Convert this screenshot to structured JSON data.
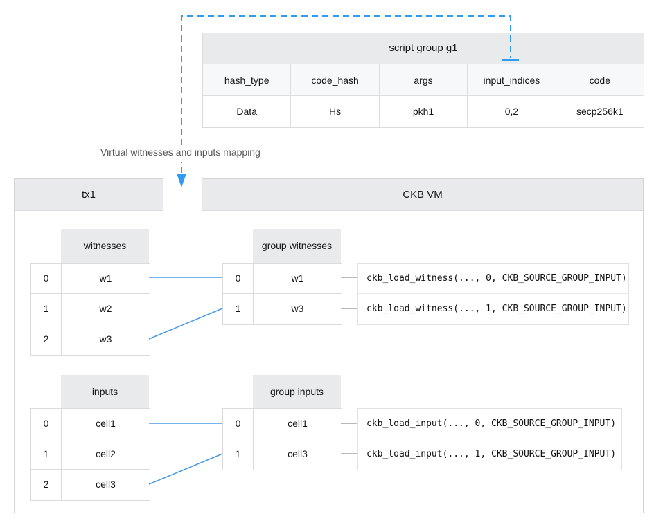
{
  "script_group_table": {
    "title": "script group g1",
    "columns": [
      "hash_type",
      "code_hash",
      "args",
      "input_indices",
      "code"
    ],
    "values": [
      "Data",
      "Hs",
      "pkh1",
      "0,2",
      "secp256k1"
    ]
  },
  "mapping_label": "Virtual witnesses and inputs mapping",
  "tx_box": {
    "title": "tx1",
    "witnesses": {
      "title": "witnesses",
      "rows": [
        {
          "index": "0",
          "value": "w1"
        },
        {
          "index": "1",
          "value": "w2"
        },
        {
          "index": "2",
          "value": "w3"
        }
      ]
    },
    "inputs": {
      "title": "inputs",
      "rows": [
        {
          "index": "0",
          "value": "cell1"
        },
        {
          "index": "1",
          "value": "cell2"
        },
        {
          "index": "2",
          "value": "cell3"
        }
      ]
    }
  },
  "vm_box": {
    "title": "CKB VM",
    "group_witnesses": {
      "title": "group witnesses",
      "rows": [
        {
          "index": "0",
          "value": "w1"
        },
        {
          "index": "1",
          "value": "w3"
        }
      ]
    },
    "group_inputs": {
      "title": "group inputs",
      "rows": [
        {
          "index": "0",
          "value": "cell1"
        },
        {
          "index": "1",
          "value": "cell3"
        }
      ]
    },
    "witness_calls": [
      "ckb_load_witness(..., 0, CKB_SOURCE_GROUP_INPUT)",
      "ckb_load_witness(..., 1, CKB_SOURCE_GROUP_INPUT)"
    ],
    "input_calls": [
      "ckb_load_input(..., 0, CKB_SOURCE_GROUP_INPUT)",
      "ckb_load_input(..., 1, CKB_SOURCE_GROUP_INPUT)"
    ]
  },
  "colors": {
    "header_bg": "#e9eaeb",
    "subheader_bg": "#f7f8f9",
    "border": "#d9dbdd",
    "dashed_arrow_blue": "#2f9bf2",
    "connector_blue": "#459ae8",
    "connector_gray": "#8a8f99",
    "label_text": "#595959"
  }
}
